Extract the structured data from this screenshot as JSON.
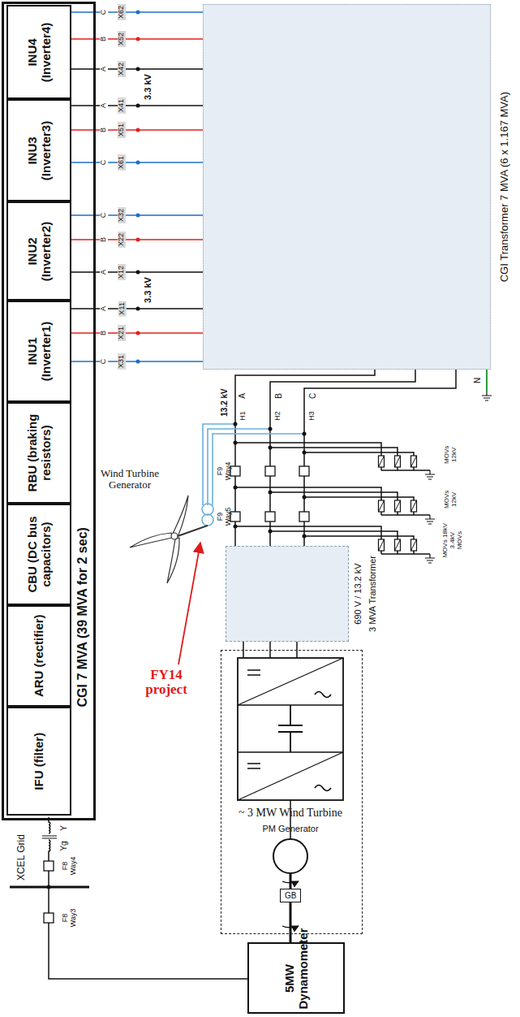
{
  "diagram": {
    "nodes": [
      {
        "text": [
          "CGI 7 MVA (39 MVA for 2 sec)"
        ]
      },
      {
        "text": [
          "INU4 (Inverter4)"
        ],
        "in": 0
      },
      {
        "text": [
          "INU3 (Inverter3)"
        ],
        "in": 0
      },
      {
        "text": [
          "INU2 (Inverter2)"
        ],
        "in": 0
      },
      {
        "text": [
          "INU1 (Inverter1)"
        ],
        "in": 0
      },
      {
        "text": [
          "RBU (braking resistors)"
        ],
        "in": 0
      },
      {
        "text": [
          "CBU (DC bus capacitors)"
        ],
        "in": 0
      },
      {
        "text": [
          "ARU (rectifier)"
        ],
        "in": 0
      },
      {
        "text": [
          "IFU (filter)"
        ],
        "in": 0
      },
      {
        "text": [
          "CGI Transformer 7 MVA (6 x 1.167 MVA)"
        ]
      },
      {
        "text": [
          "690 V / 13.2 kV",
          "3 MVA Transformer"
        ]
      },
      {
        "text": [
          "~ 3 MW Wind Turbine"
        ]
      },
      {
        "text": [
          "PM Generator"
        ],
        "in": 11
      },
      {
        "text": [
          "GB"
        ],
        "in": 11
      },
      {
        "text": [
          "5MW Dynamometer"
        ]
      }
    ],
    "edges": [
      {
        "from": 1,
        "to": 9,
        "arrow": "none"
      },
      {
        "from": 2,
        "to": 9,
        "arrow": "none"
      },
      {
        "from": 3,
        "to": 9,
        "arrow": "none"
      },
      {
        "from": 4,
        "to": 9,
        "arrow": "none"
      },
      {
        "from": 9,
        "to": 10,
        "arrow": "none"
      },
      {
        "from": 10,
        "to": 11,
        "arrow": "none"
      },
      {
        "from": 12,
        "to": 13,
        "arrow": "none"
      },
      {
        "from": 13,
        "to": 14,
        "arrow": "none"
      }
    ],
    "labels": [
      "C",
      "X62",
      "B",
      "X52",
      "A",
      "X42",
      "3.3 kV",
      "A",
      "X41",
      "B",
      "X51",
      "C",
      "X61",
      "C",
      "X32",
      "B",
      "X22",
      "A",
      "X12",
      "3.3 kV",
      "A",
      "X11",
      "B",
      "X21",
      "C",
      "X31",
      "A",
      "B",
      "C",
      "N",
      "13.2 kV",
      "H1",
      "H2",
      "H3",
      "MOVs 12kV",
      "F9 Way4",
      "MOVs 12kV",
      "F9 Way5",
      "MOVs 18kV 3.4kV MOVs",
      "Wind Turbine Generator",
      "FY14 project",
      "Y",
      "Yg",
      "F8 Way4",
      "XCEL Grid",
      "F8 Way3"
    ]
  }
}
